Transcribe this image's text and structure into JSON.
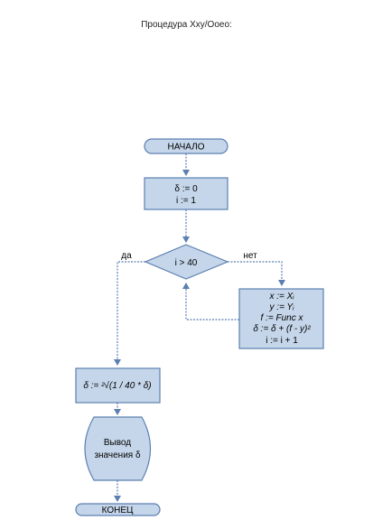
{
  "title": "Процедура Xxy/Ooeo:",
  "start": "НАЧАЛО",
  "end": "КОНЕЦ",
  "init": {
    "line1": "δ := 0",
    "line2": "i := 1"
  },
  "decision": {
    "condition": "i > 40",
    "yes": "да",
    "no": "нет"
  },
  "loop_body": {
    "line1": "x := Xᵢ",
    "line2": "y := Yᵢ",
    "line3": "f := Func x",
    "line4": "δ := δ + (f - y)²",
    "line5": "i := i + 1"
  },
  "compute": "δ := ²√(1 / 40 * δ)",
  "output": {
    "line1": "Вывод",
    "line2": "значения δ"
  },
  "colors": {
    "fill": "#c5d6ea",
    "stroke": "#5b7fb0"
  }
}
